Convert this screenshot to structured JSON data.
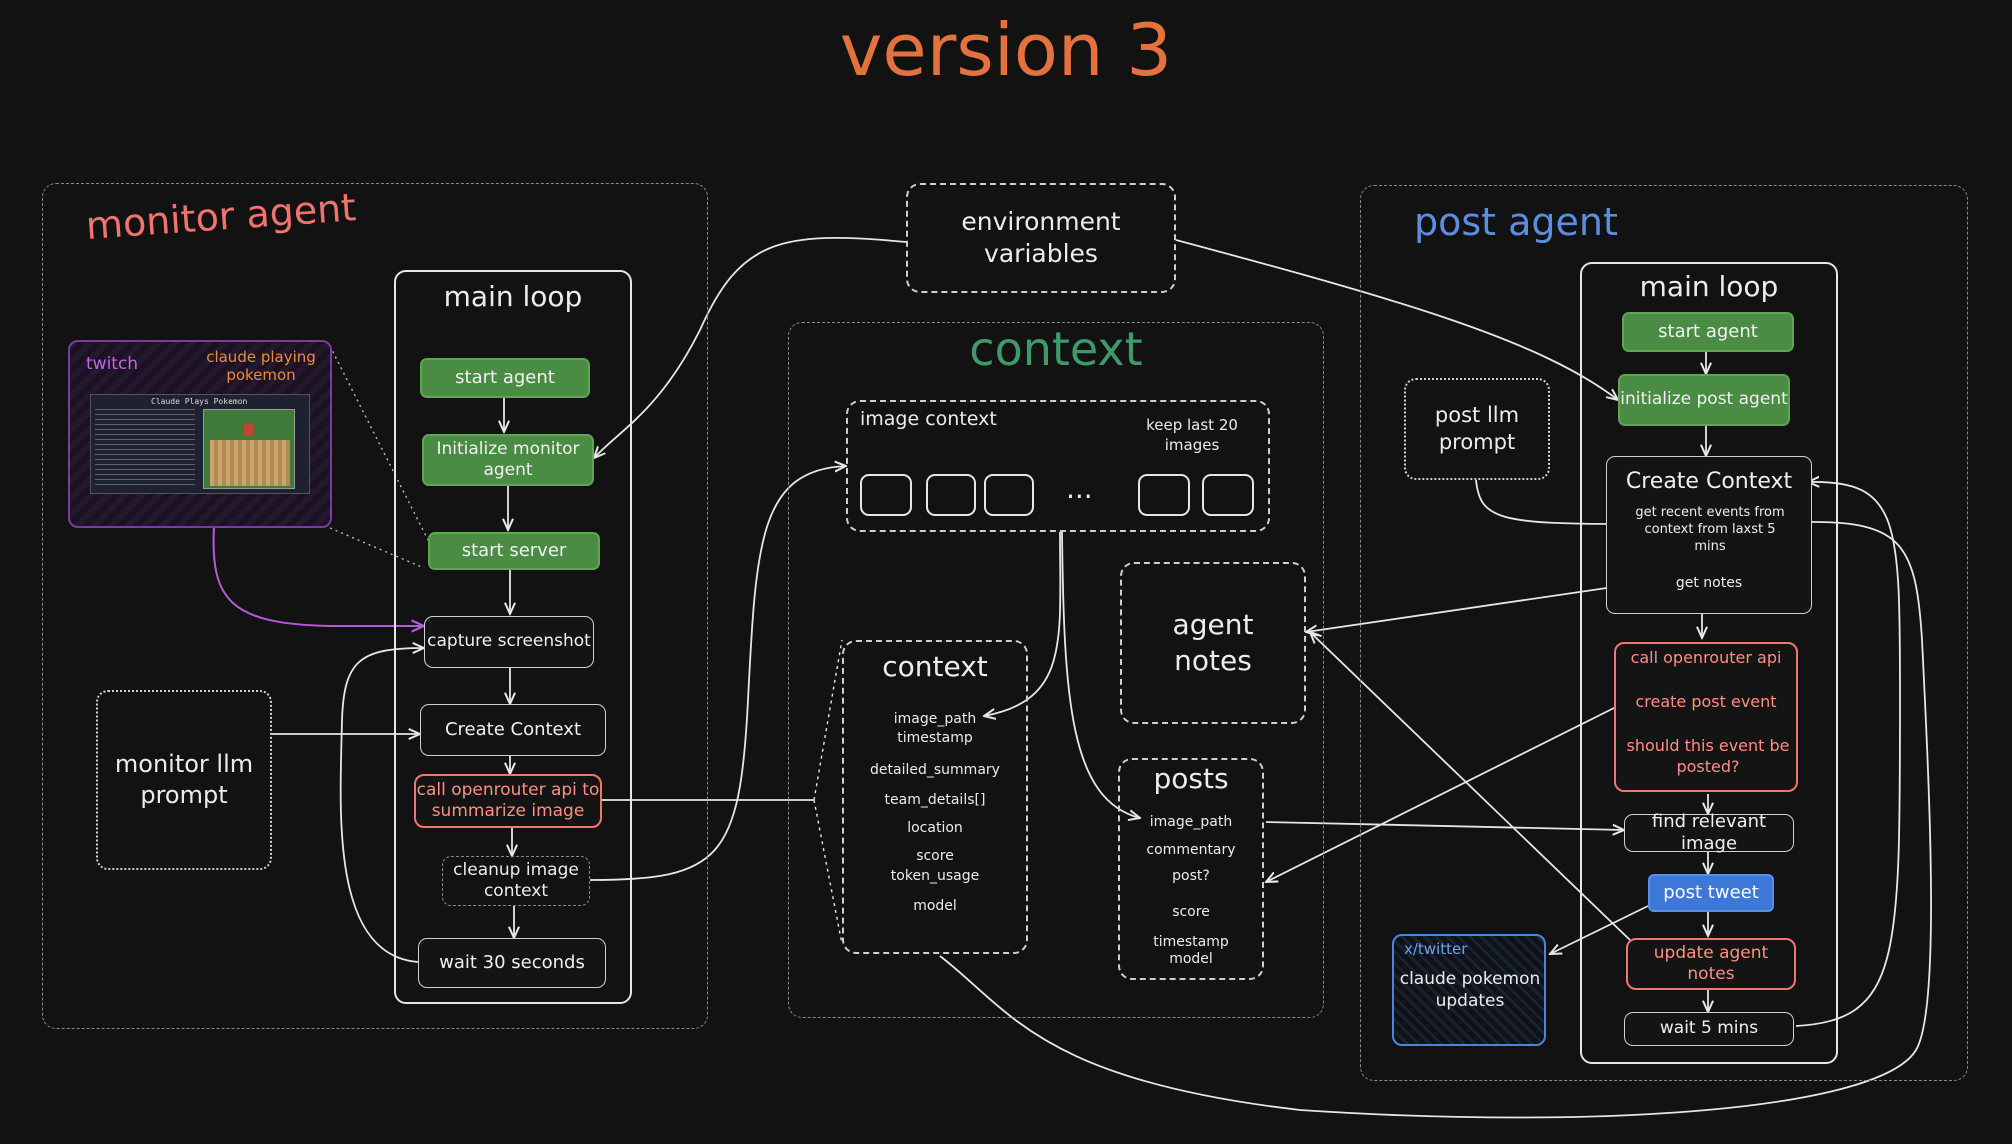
{
  "title": "version 3",
  "colors": {
    "background": "#121212",
    "title_orange": "#e3723e",
    "monitor_red": "#f2726e",
    "post_blue": "#5b8de0",
    "context_green": "#3f9a6a",
    "node_green": "#4a8c43",
    "node_red_border": "#f0776b",
    "twitch_purple": "#b55ad6",
    "tweet_blue": "#3d78d8"
  },
  "monitor_agent": {
    "label": "monitor agent",
    "main_loop_title": "main loop",
    "steps": {
      "start_agent": "start agent",
      "initialize_monitor": "Initialize monitor agent",
      "start_server": "start server",
      "capture_screenshot": "capture screenshot",
      "create_context": "Create Context",
      "call_openrouter": "call openrouter api to summarize image",
      "cleanup_image_context": "cleanup image context",
      "wait": "wait 30 seconds"
    },
    "prompt": "monitor llm prompt",
    "twitch": {
      "label": "twitch",
      "caption": "claude playing pokemon",
      "stream_title": "Claude Plays Pokemon"
    }
  },
  "environment_variables": "environment variables",
  "context_section": {
    "label": "context",
    "image_context": {
      "label": "image context",
      "keep_note": "keep last 20 images",
      "ellipsis": "..."
    },
    "context_record": {
      "title": "context",
      "fields": [
        "image_path",
        "timestamp",
        "detailed_summary",
        "team_details[]",
        "location",
        "score",
        "token_usage",
        "model"
      ]
    },
    "agent_notes": "agent notes",
    "posts": {
      "title": "posts",
      "fields": [
        "image_path",
        "commentary",
        "post?",
        "score",
        "timestamp",
        "model"
      ]
    }
  },
  "post_agent": {
    "label": "post agent",
    "main_loop_title": "main loop",
    "steps": {
      "start_agent": "start agent",
      "initialize_post": "initialize post agent",
      "create_context": "Create Context",
      "get_recent_events": "get recent events from context from laxst 5 mins",
      "get_notes": "get notes",
      "call_openrouter": "call openrouter api",
      "create_post_event": "create post event",
      "should_post": "should this event be posted?",
      "find_relevant_image": "find relevant image",
      "post_tweet": "post tweet",
      "update_notes": "update agent notes",
      "wait": "wait 5 mins"
    },
    "prompt": "post llm prompt",
    "twitter": {
      "label": "x/twitter",
      "account": "claude pokemon updates"
    }
  }
}
